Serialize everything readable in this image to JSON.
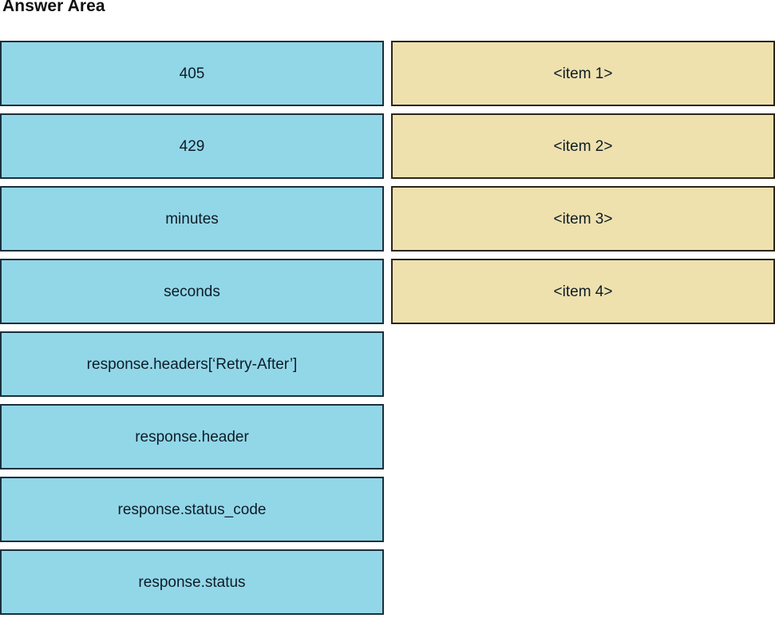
{
  "heading": {
    "title": "Answer Area"
  },
  "colors": {
    "source_fill": "#92d7e8",
    "source_border": "#1b2f3d",
    "target_fill": "#eee1ae",
    "target_border": "#2d2518",
    "text": "#0f1c26",
    "background": "#ffffff"
  },
  "source_column": {
    "name": "drag-source-list",
    "tiles": [
      {
        "label": "405"
      },
      {
        "label": "429"
      },
      {
        "label": "minutes"
      },
      {
        "label": "seconds"
      },
      {
        "label": "response.headers[‘Retry-After’]"
      },
      {
        "label": "response.header"
      },
      {
        "label": "response.status_code"
      },
      {
        "label": "response.status"
      }
    ]
  },
  "target_column": {
    "name": "drop-target-list",
    "tiles": [
      {
        "label": "<item 1>"
      },
      {
        "label": "<item 2>"
      },
      {
        "label": "<item 3>"
      },
      {
        "label": "<item 4>"
      }
    ]
  }
}
